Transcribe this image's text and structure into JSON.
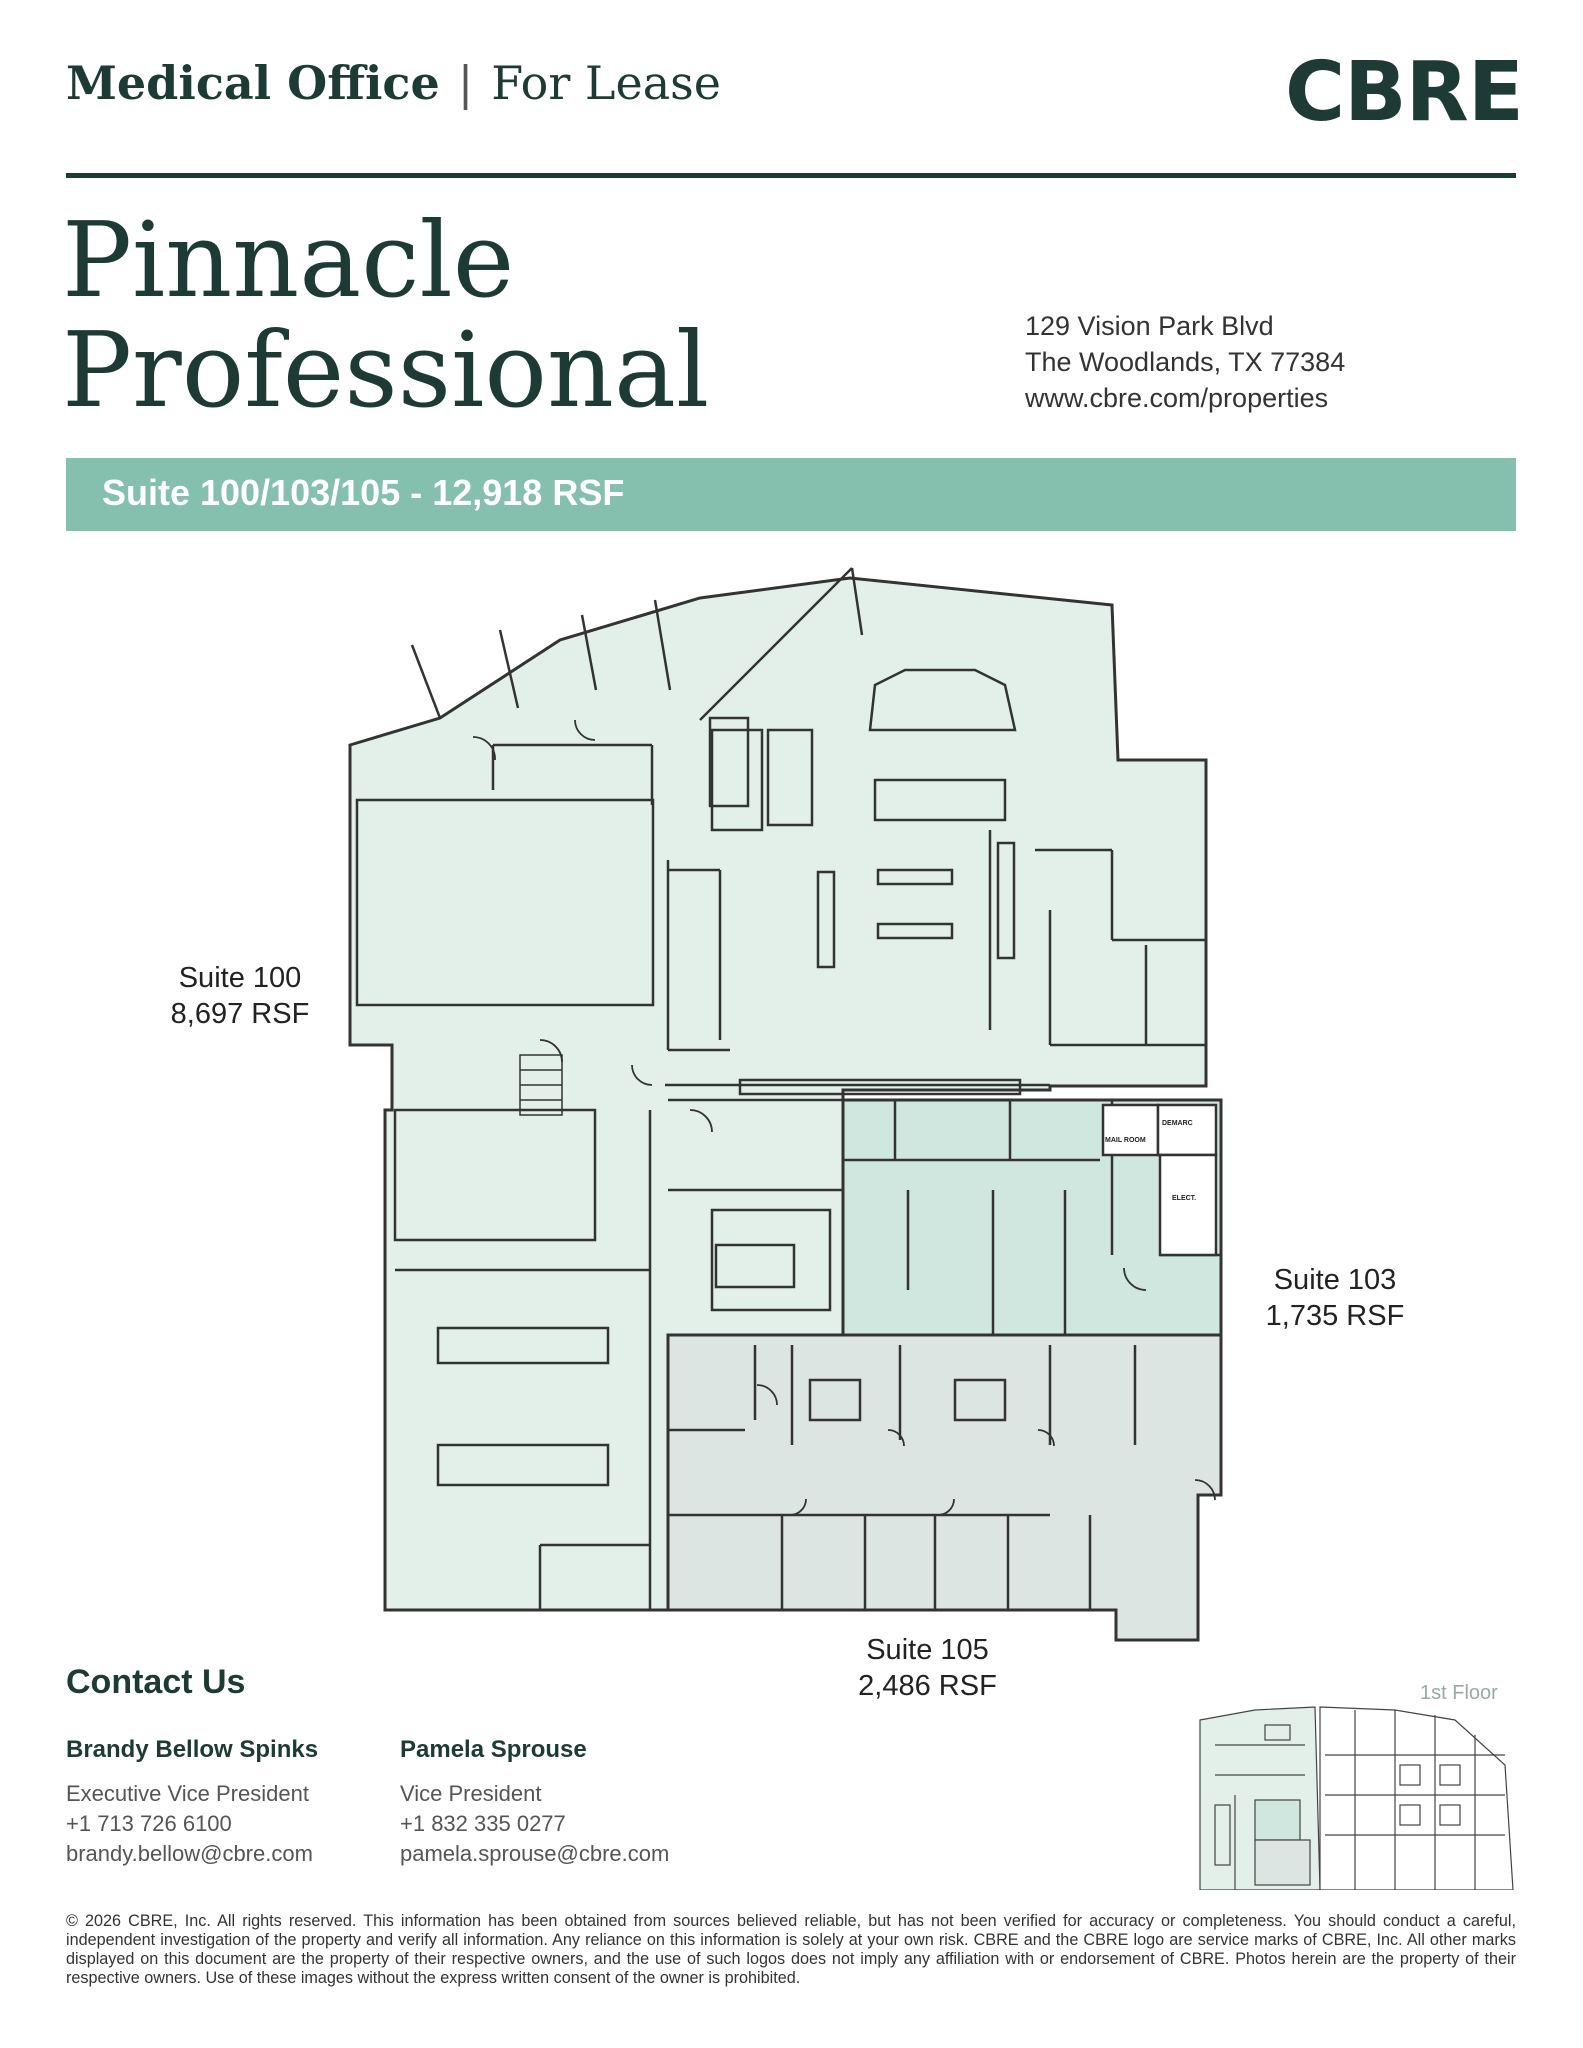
{
  "header": {
    "category": "Medical Office",
    "separator": "|",
    "type": "For Lease",
    "logo": "CBRE"
  },
  "property": {
    "name_line1": "Pinnacle",
    "name_line2": "Professional",
    "address_line1": "129 Vision Park Blvd",
    "address_line2": "The Woodlands, TX 77384",
    "website": "www.cbre.com/properties"
  },
  "suite_banner": "Suite 100/103/105 - 12,918 RSF",
  "suites": [
    {
      "name": "Suite 100",
      "area": "8,697 RSF"
    },
    {
      "name": "Suite 103",
      "area": "1,735 RSF"
    },
    {
      "name": "Suite 105",
      "area": "2,486 RSF"
    }
  ],
  "room_labels": {
    "mail_room": "MAIL ROOM",
    "demarc": "DEMARC",
    "elect": "ELECT."
  },
  "contacts": {
    "title": "Contact Us",
    "people": [
      {
        "name": "Brandy Bellow Spinks",
        "role": "Executive  Vice President",
        "phone": "+1 713 726 6100",
        "email": "brandy.bellow@cbre.com"
      },
      {
        "name": "Pamela Sprouse",
        "role": "Vice President",
        "phone": "+1 832 335 0277",
        "email": "pamela.sprouse@cbre.com"
      }
    ]
  },
  "keymap": {
    "label": "1st Floor"
  },
  "colors": {
    "brand_dark": "#1d3b34",
    "banner": "#85bfae",
    "suite100_fill": "#e3f0ea",
    "suite103_fill": "#cfe7de",
    "suite105_fill": "#dde5e3"
  },
  "disclaimer": "© 2026 CBRE, Inc. All rights reserved. This information has been obtained from sources believed reliable, but has not been verified for accuracy or completeness. You should conduct a careful, independent investigation of the property and verify all information. Any reliance on this information is solely at your own risk. CBRE and the CBRE logo are service marks of CBRE, Inc. All other marks displayed on this document are the property of their respective owners, and the use of such logos does not imply any affiliation with or endorsement of CBRE. Photos herein are the property of their respective owners. Use of these images without the express written consent of the owner is prohibited."
}
